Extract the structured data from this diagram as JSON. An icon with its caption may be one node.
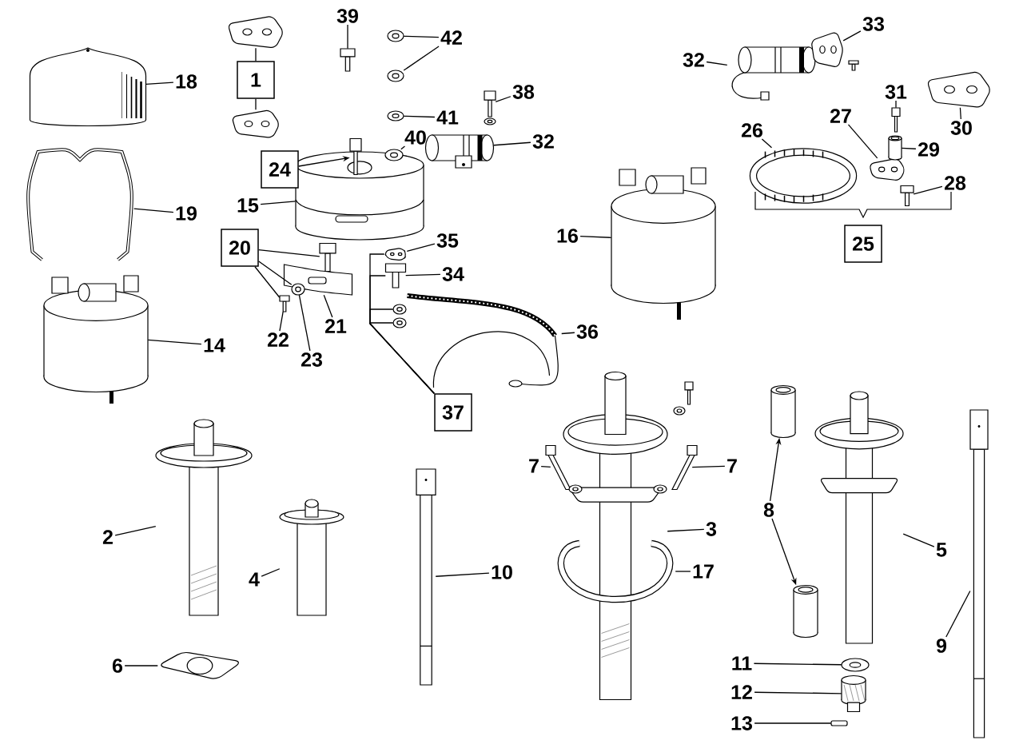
{
  "diagram": {
    "nodes": [
      {
        "text": [
          "1"
        ]
      },
      {
        "text": [],
        "shape": "picture"
      },
      {
        "text": [],
        "shape": "picture"
      },
      {
        "text": [
          "2"
        ]
      },
      {
        "text": [],
        "shape": "picture"
      },
      {
        "text": [
          "3"
        ]
      },
      {
        "text": [],
        "shape": "picture"
      },
      {
        "text": [
          "4"
        ]
      },
      {
        "text": [],
        "shape": "picture"
      },
      {
        "text": [
          "5"
        ]
      },
      {
        "text": [],
        "shape": "picture"
      },
      {
        "text": [
          "6"
        ]
      },
      {
        "text": [],
        "shape": "picture"
      },
      {
        "text": [
          "7"
        ]
      },
      {
        "text": [],
        "shape": "picture"
      },
      {
        "text": [
          "7"
        ]
      },
      {
        "text": [],
        "shape": "picture"
      },
      {
        "text": [
          "8"
        ]
      },
      {
        "text": [],
        "shape": "cylinder"
      },
      {
        "text": [],
        "shape": "cylinder"
      },
      {
        "text": [
          "9"
        ]
      },
      {
        "text": [],
        "shape": "picture"
      },
      {
        "text": [
          "10"
        ]
      },
      {
        "text": [],
        "shape": "picture"
      },
      {
        "text": [
          "11"
        ]
      },
      {
        "text": [],
        "shape": "picture"
      },
      {
        "text": [
          "12"
        ]
      },
      {
        "text": [],
        "shape": "picture"
      },
      {
        "text": [
          "13"
        ]
      },
      {
        "text": [],
        "shape": "bar"
      },
      {
        "text": [
          "14"
        ]
      },
      {
        "text": [],
        "shape": "picture"
      },
      {
        "text": [
          "15"
        ]
      },
      {
        "text": [],
        "shape": "picture"
      },
      {
        "text": [
          "16"
        ]
      },
      {
        "text": [],
        "shape": "picture"
      },
      {
        "text": [
          "17"
        ]
      },
      {
        "text": [],
        "shape": "picture"
      },
      {
        "text": [
          "18"
        ]
      },
      {
        "text": [],
        "shape": "picture"
      },
      {
        "text": [
          "19"
        ]
      },
      {
        "text": [],
        "shape": "picture"
      },
      {
        "text": [
          "20"
        ]
      },
      {
        "text": [],
        "shape": "picture"
      },
      {
        "text": [
          "21"
        ]
      },
      {
        "text": [],
        "shape": "picture"
      },
      {
        "text": [
          "22"
        ]
      },
      {
        "text": [],
        "shape": "picture"
      },
      {
        "text": [
          "23"
        ]
      },
      {
        "text": [],
        "shape": "picture"
      },
      {
        "text": [
          "24"
        ]
      },
      {
        "text": [],
        "shape": "picture"
      },
      {
        "text": [
          "25"
        ]
      },
      {
        "text": [
          "26"
        ]
      },
      {
        "text": [],
        "shape": "picture"
      },
      {
        "text": [
          "27"
        ]
      },
      {
        "text": [],
        "shape": "picture"
      },
      {
        "text": [
          "28"
        ]
      },
      {
        "text": [],
        "shape": "picture"
      },
      {
        "text": [
          "29"
        ]
      },
      {
        "text": [],
        "shape": "cylinder"
      },
      {
        "text": [
          "30"
        ]
      },
      {
        "text": [],
        "shape": "picture"
      },
      {
        "text": [
          "31"
        ]
      },
      {
        "text": [],
        "shape": "picture"
      },
      {
        "text": [
          "32"
        ]
      },
      {
        "text": [],
        "shape": "picture"
      },
      {
        "text": [
          "33"
        ]
      },
      {
        "text": [],
        "shape": "picture"
      },
      {
        "text": [
          "34"
        ]
      },
      {
        "text": [],
        "shape": "picture"
      },
      {
        "text": [
          "35"
        ]
      },
      {
        "text": [],
        "shape": "picture"
      },
      {
        "text": [
          "36"
        ]
      },
      {
        "text": [],
        "shape": "picture"
      },
      {
        "text": [
          "37"
        ]
      },
      {
        "text": [],
        "shape": "picture"
      },
      {
        "text": [],
        "shape": "picture"
      },
      {
        "text": [
          "38"
        ]
      },
      {
        "text": [],
        "shape": "picture"
      },
      {
        "text": [
          "39"
        ]
      },
      {
        "text": [],
        "shape": "picture"
      },
      {
        "text": [
          "40"
        ]
      },
      {
        "text": [],
        "shape": "picture"
      },
      {
        "text": [
          "41"
        ]
      },
      {
        "text": [],
        "shape": "picture"
      },
      {
        "text": [
          "42"
        ]
      },
      {
        "text": [],
        "shape": "picture"
      },
      {
        "text": [],
        "shape": "picture"
      },
      {
        "text": [
          "32"
        ]
      },
      {
        "text": [],
        "shape": "picture"
      }
    ],
    "edges": [
      {
        "from": 0,
        "to": 1,
        "arrow": "none"
      },
      {
        "from": 0,
        "to": 2,
        "arrow": "none"
      },
      {
        "from": 3,
        "to": 4,
        "arrow": "none"
      },
      {
        "from": 5,
        "to": 6,
        "arrow": "none"
      },
      {
        "from": 7,
        "to": 8,
        "arrow": "none"
      },
      {
        "from": 9,
        "to": 10,
        "arrow": "none"
      },
      {
        "from": 11,
        "to": 12,
        "arrow": "none"
      },
      {
        "from": 13,
        "to": 14,
        "arrow": "none"
      },
      {
        "from": 15,
        "to": 16,
        "arrow": "none"
      },
      {
        "from": 17,
        "to": 18,
        "arrow": "to"
      },
      {
        "from": 17,
        "to": 19,
        "arrow": "to"
      },
      {
        "from": 20,
        "to": 21,
        "arrow": "none"
      },
      {
        "from": 22,
        "to": 23,
        "arrow": "none"
      },
      {
        "from": 24,
        "to": 25,
        "arrow": "none"
      },
      {
        "from": 26,
        "to": 27,
        "arrow": "none"
      },
      {
        "from": 28,
        "to": 29,
        "arrow": "none"
      },
      {
        "from": 30,
        "to": 31,
        "arrow": "none"
      },
      {
        "from": 32,
        "to": 33,
        "arrow": "none"
      },
      {
        "from": 34,
        "to": 35,
        "arrow": "none"
      },
      {
        "from": 36,
        "to": 37,
        "arrow": "none"
      },
      {
        "from": 38,
        "to": 39,
        "arrow": "none"
      },
      {
        "from": 40,
        "to": 41,
        "arrow": "none"
      },
      {
        "from": 42,
        "to": 43,
        "arrow": "none"
      },
      {
        "from": 42,
        "to": 49,
        "arrow": "none"
      },
      {
        "from": 42,
        "to": 47,
        "arrow": "none"
      },
      {
        "from": 44,
        "to": 45,
        "arrow": "none"
      },
      {
        "from": 46,
        "to": 47,
        "arrow": "none"
      },
      {
        "from": 48,
        "to": 49,
        "arrow": "none"
      },
      {
        "from": 50,
        "to": 51,
        "arrow": "to"
      },
      {
        "from": 53,
        "to": 54,
        "arrow": "none"
      },
      {
        "from": 55,
        "to": 56,
        "arrow": "none"
      },
      {
        "from": 57,
        "to": 58,
        "arrow": "none"
      },
      {
        "from": 59,
        "to": 60,
        "arrow": "none"
      },
      {
        "from": 61,
        "to": 62,
        "arrow": "none"
      },
      {
        "from": 63,
        "to": 64,
        "arrow": "none"
      },
      {
        "from": 65,
        "to": 66,
        "arrow": "none"
      },
      {
        "from": 67,
        "to": 68,
        "arrow": "none"
      },
      {
        "from": 69,
        "to": 70,
        "arrow": "none"
      },
      {
        "from": 71,
        "to": 72,
        "arrow": "none"
      },
      {
        "from": 73,
        "to": 74,
        "arrow": "none"
      },
      {
        "from": 75,
        "to": 72,
        "arrow": "none"
      },
      {
        "from": 75,
        "to": 70,
        "arrow": "none"
      },
      {
        "from": 75,
        "to": 76,
        "arrow": "none"
      },
      {
        "from": 75,
        "to": 77,
        "arrow": "none"
      },
      {
        "from": 78,
        "to": 79,
        "arrow": "none"
      },
      {
        "from": 80,
        "to": 81,
        "arrow": "none"
      },
      {
        "from": 82,
        "to": 83,
        "arrow": "none"
      },
      {
        "from": 84,
        "to": 85,
        "arrow": "none"
      },
      {
        "from": 86,
        "to": 87,
        "arrow": "none"
      },
      {
        "from": 86,
        "to": 88,
        "arrow": "none"
      },
      {
        "from": 89,
        "to": 90,
        "arrow": "none"
      }
    ]
  }
}
